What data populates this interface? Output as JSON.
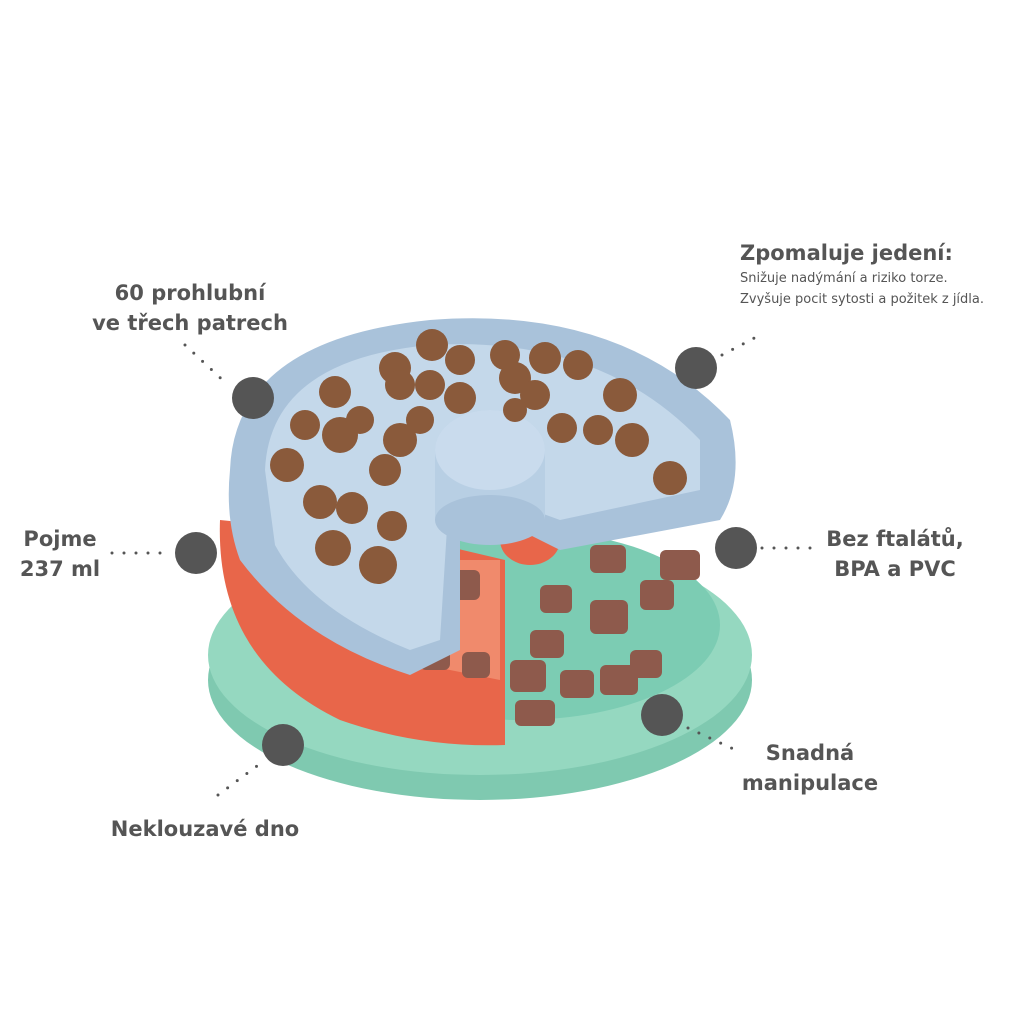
{
  "callouts": {
    "slows_eating": {
      "title": "Zpomaluje jedení:",
      "lines": [
        "Snižuje nadýmání a riziko torze.",
        "Zvyšuje pocit sytosti a požitek z jídla."
      ]
    },
    "depressions": {
      "lines": [
        "60 prohlubní",
        "ve třech patrech"
      ]
    },
    "capacity": {
      "lines": [
        "Pojme",
        "237 ml"
      ]
    },
    "materials": {
      "lines": [
        "Bez ftalátů,",
        "BPA a PVC"
      ]
    },
    "handling": {
      "lines": [
        "Snadná",
        "manipulace"
      ]
    },
    "non_slip": {
      "lines": [
        "Neklouzavé dno"
      ]
    }
  },
  "colors": {
    "text": "#555555",
    "marker": "#555555",
    "tier_top": "#b5cde3",
    "tier_middle": "#ee7454",
    "tier_bottom": "#8fd5bd",
    "kibble": "#8a5a3b",
    "wet_food": "#8e5a4c"
  }
}
